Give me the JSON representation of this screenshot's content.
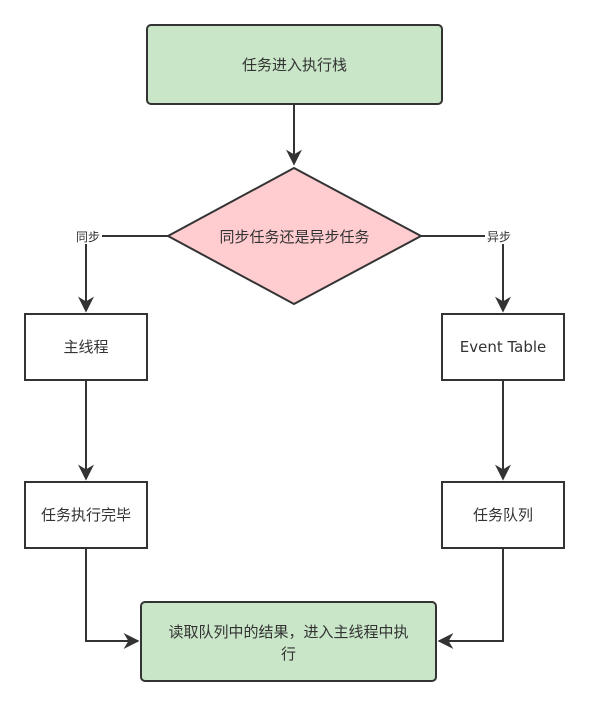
{
  "nodes": {
    "start": "任务进入执行栈",
    "decision": "同步任务还是异步任务",
    "main_thread": "主线程",
    "event_table": "Event Table",
    "task_done": "任务执行完毕",
    "task_queue": "任务队列",
    "end_line1": "读取队列中的结果，进入主线程中执",
    "end_line2": "行"
  },
  "edges": {
    "sync": "同步",
    "async": "异步"
  },
  "colors": {
    "green_fill": "#c9e6c8",
    "pink_fill": "#ffccd0",
    "stroke": "#333333",
    "white": "#ffffff"
  }
}
